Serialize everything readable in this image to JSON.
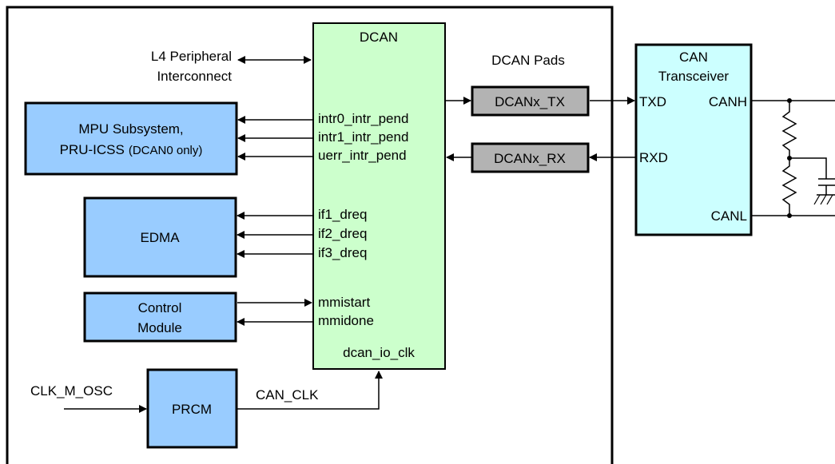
{
  "colors": {
    "dcan_fill": "#ccffcc",
    "blue_fill": "#99ccff",
    "transceiver_fill": "#ccffff",
    "pad_fill": "#b3b3b3",
    "line": "#000000"
  },
  "dcan": {
    "title": "DCAN",
    "signals": {
      "intr0": "intr0_intr_pend",
      "intr1": "intr1_intr_pend",
      "uerr": "uerr_intr_pend",
      "if1": "if1_dreq",
      "if2": "if2_dreq",
      "if3": "if3_dreq",
      "mmistart": "mmistart",
      "mmidone": "mmidone",
      "io_clk": "dcan_io_clk"
    }
  },
  "l4": {
    "line1": "L4 Peripheral",
    "line2": "Interconnect"
  },
  "mpu": {
    "line1": "MPU Subsystem,",
    "line2": "PRU-ICSS",
    "note": "(DCAN0 only)"
  },
  "edma": {
    "label": "EDMA"
  },
  "control": {
    "line1": "Control",
    "line2": "Module"
  },
  "prcm": {
    "label": "PRCM",
    "input": "CLK_M_OSC",
    "clock": "CAN_CLK"
  },
  "pads": {
    "title": "DCAN Pads",
    "tx": "DCANx_TX",
    "rx": "DCANx_RX"
  },
  "transceiver": {
    "line1": "CAN",
    "line2": "Transceiver",
    "txd": "TXD",
    "rxd": "RXD",
    "canh": "CANH",
    "canl": "CANL"
  }
}
